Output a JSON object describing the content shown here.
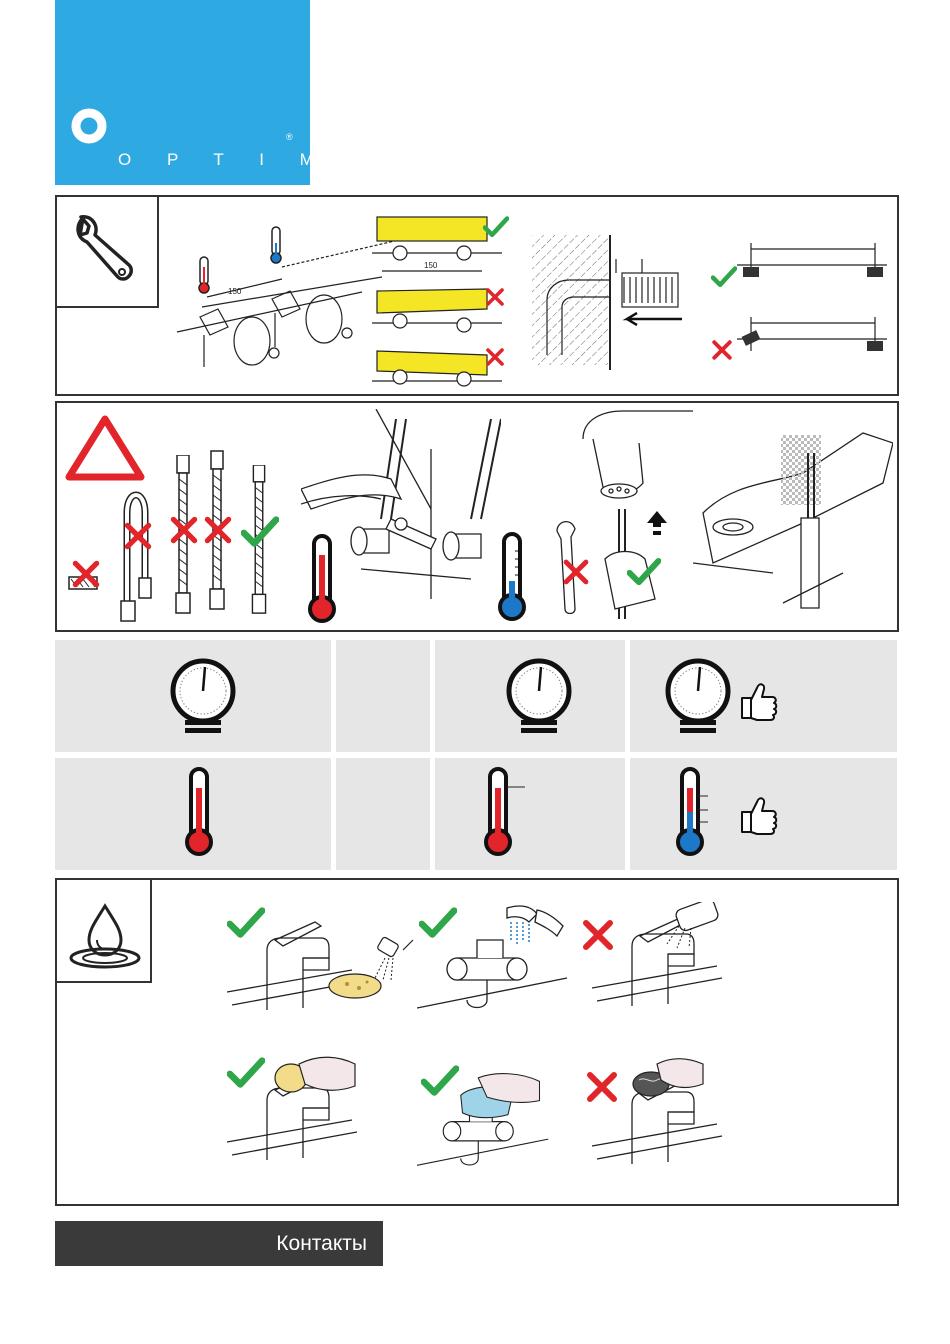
{
  "brand": {
    "name": "O P T I M A",
    "registered_mark": "®",
    "color": "#2fa9e1"
  },
  "installation": {
    "spacing_label_1": "150",
    "spacing_label_2": "150",
    "icon": "wrench-icon"
  },
  "warning": {
    "icon": "warning-triangle-icon"
  },
  "pressure_row": {
    "icon": "pressure-gauge-icon",
    "approval_icon": "thumbs-up-icon"
  },
  "temperature_row": {
    "icon": "thermometer-icon",
    "approval_icon": "thumbs-up-icon"
  },
  "care": {
    "icon": "water-drop-icon"
  },
  "footer": {
    "contacts_label": "Контакты"
  },
  "colors": {
    "check": "#2fa64a",
    "cross": "#e2252b",
    "hot": "#e2252b",
    "cold": "#1e78c8",
    "level": "#f5e625"
  }
}
